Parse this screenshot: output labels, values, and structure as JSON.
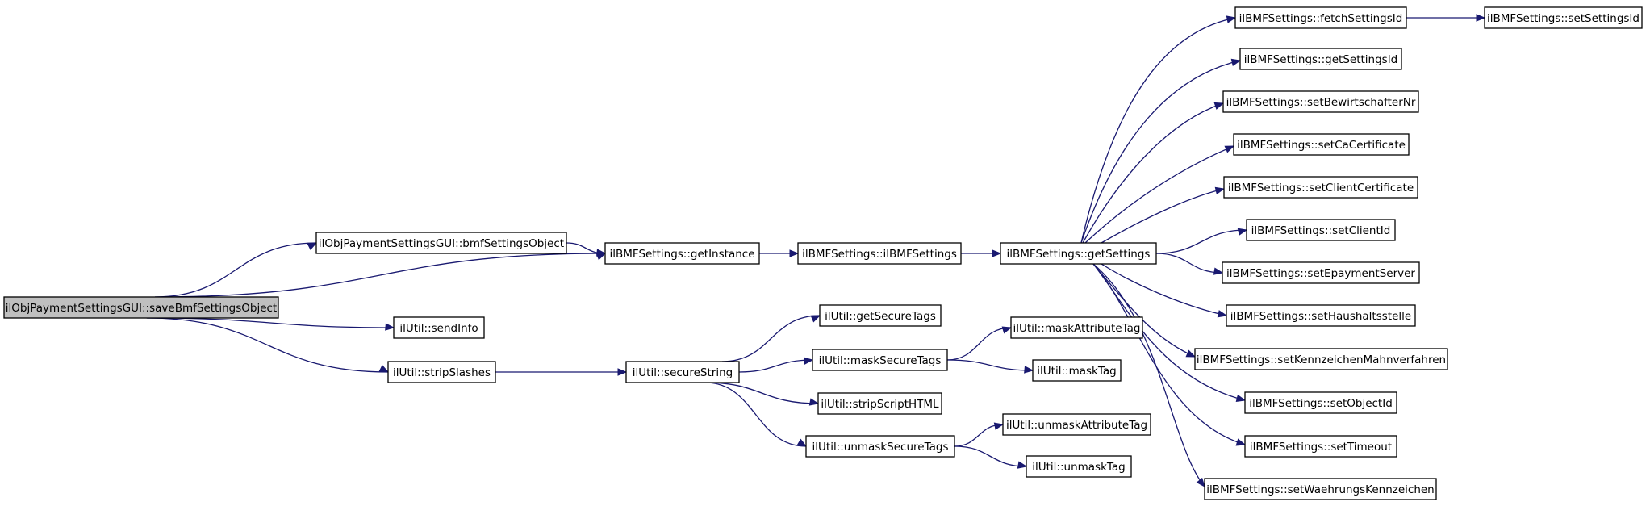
{
  "nodes": [
    {
      "id": "root",
      "label": "ilObjPaymentSettingsGUI::saveBmfSettingsObject",
      "root": true
    },
    {
      "id": "bmfSettingsObject",
      "label": "ilObjPaymentSettingsGUI::bmfSettingsObject"
    },
    {
      "id": "getInstance",
      "label": "ilBMFSettings::getInstance"
    },
    {
      "id": "ilBMFSettings",
      "label": "ilBMFSettings::ilBMFSettings"
    },
    {
      "id": "getSettings",
      "label": "ilBMFSettings::getSettings"
    },
    {
      "id": "sendInfo",
      "label": "ilUtil::sendInfo"
    },
    {
      "id": "stripSlashes",
      "label": "ilUtil::stripSlashes"
    },
    {
      "id": "secureString",
      "label": "ilUtil::secureString"
    },
    {
      "id": "getSecureTags",
      "label": "ilUtil::getSecureTags"
    },
    {
      "id": "maskSecureTags",
      "label": "ilUtil::maskSecureTags"
    },
    {
      "id": "stripScriptHTML",
      "label": "ilUtil::stripScriptHTML"
    },
    {
      "id": "unmaskSecureTags",
      "label": "ilUtil::unmaskSecureTags"
    },
    {
      "id": "maskAttributeTag",
      "label": "ilUtil::maskAttributeTag"
    },
    {
      "id": "maskTag",
      "label": "ilUtil::maskTag"
    },
    {
      "id": "unmaskAttributeTag",
      "label": "ilUtil::unmaskAttributeTag"
    },
    {
      "id": "unmaskTag",
      "label": "ilUtil::unmaskTag"
    },
    {
      "id": "fetchSettingsId",
      "label": "ilBMFSettings::fetchSettingsId"
    },
    {
      "id": "setSettingsId",
      "label": "ilBMFSettings::setSettingsId"
    },
    {
      "id": "getSettingsId",
      "label": "ilBMFSettings::getSettingsId"
    },
    {
      "id": "setBewirtschafterNr",
      "label": "ilBMFSettings::setBewirtschafterNr"
    },
    {
      "id": "setCaCertificate",
      "label": "ilBMFSettings::setCaCertificate"
    },
    {
      "id": "setClientCertificate",
      "label": "ilBMFSettings::setClientCertificate"
    },
    {
      "id": "setClientId",
      "label": "ilBMFSettings::setClientId"
    },
    {
      "id": "setEpaymentServer",
      "label": "ilBMFSettings::setEpaymentServer"
    },
    {
      "id": "setHaushaltsstelle",
      "label": "ilBMFSettings::setHaushaltsstelle"
    },
    {
      "id": "setKennzeichenMahnverfahren",
      "label": "ilBMFSettings::setKennzeichenMahnverfahren"
    },
    {
      "id": "setObjectId",
      "label": "ilBMFSettings::setObjectId"
    },
    {
      "id": "setTimeout",
      "label": "ilBMFSettings::setTimeout"
    },
    {
      "id": "setWaehrungsKennzeichen",
      "label": "ilBMFSettings::setWaehrungsKennzeichen"
    }
  ],
  "edges": [
    {
      "from": "root",
      "to": "bmfSettingsObject"
    },
    {
      "from": "root",
      "to": "getInstance"
    },
    {
      "from": "root",
      "to": "sendInfo"
    },
    {
      "from": "root",
      "to": "stripSlashes"
    },
    {
      "from": "bmfSettingsObject",
      "to": "getInstance"
    },
    {
      "from": "getInstance",
      "to": "ilBMFSettings"
    },
    {
      "from": "ilBMFSettings",
      "to": "getSettings"
    },
    {
      "from": "getSettings",
      "to": "fetchSettingsId"
    },
    {
      "from": "getSettings",
      "to": "getSettingsId"
    },
    {
      "from": "getSettings",
      "to": "setBewirtschafterNr"
    },
    {
      "from": "getSettings",
      "to": "setCaCertificate"
    },
    {
      "from": "getSettings",
      "to": "setClientCertificate"
    },
    {
      "from": "getSettings",
      "to": "setClientId"
    },
    {
      "from": "getSettings",
      "to": "setEpaymentServer"
    },
    {
      "from": "getSettings",
      "to": "setHaushaltsstelle"
    },
    {
      "from": "getSettings",
      "to": "setKennzeichenMahnverfahren"
    },
    {
      "from": "getSettings",
      "to": "setObjectId"
    },
    {
      "from": "getSettings",
      "to": "setTimeout"
    },
    {
      "from": "getSettings",
      "to": "setWaehrungsKennzeichen"
    },
    {
      "from": "fetchSettingsId",
      "to": "setSettingsId"
    },
    {
      "from": "stripSlashes",
      "to": "secureString"
    },
    {
      "from": "secureString",
      "to": "getSecureTags"
    },
    {
      "from": "secureString",
      "to": "maskSecureTags"
    },
    {
      "from": "secureString",
      "to": "stripScriptHTML"
    },
    {
      "from": "secureString",
      "to": "unmaskSecureTags"
    },
    {
      "from": "maskSecureTags",
      "to": "maskAttributeTag"
    },
    {
      "from": "maskSecureTags",
      "to": "maskTag"
    },
    {
      "from": "unmaskSecureTags",
      "to": "unmaskAttributeTag"
    },
    {
      "from": "unmaskSecureTags",
      "to": "unmaskTag"
    }
  ]
}
